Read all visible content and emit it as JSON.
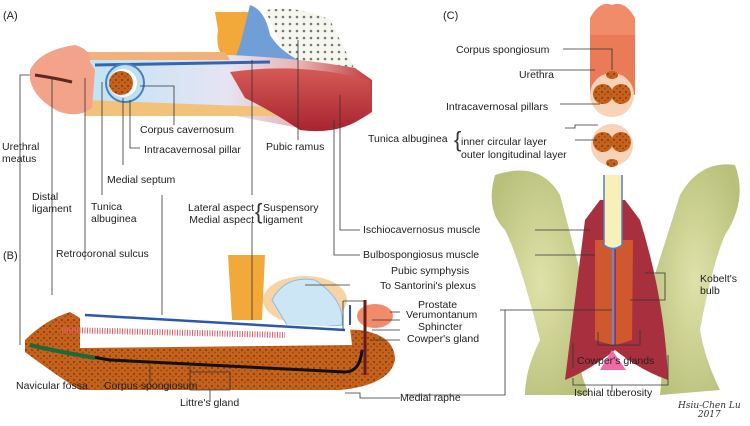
{
  "panels": {
    "a": "(A)",
    "b": "(B)",
    "c": "(C)"
  },
  "labels_a": {
    "urethral_meatus": "Urethral\nmeatus",
    "distal_ligament": "Distal\nligament",
    "tunica_albuginea": "Tunica\nalbuginea",
    "medial_septum": "Medial septum",
    "corpus_cavernosum": "Corpus cavernosum",
    "intracavernosal_pillar": "Intracavernosal pillar",
    "pubic_ramus": "Pubic ramus",
    "lateral_aspect": "Lateral aspect",
    "medial_aspect": "Medial aspect",
    "suspensory_ligament": "Suspensory\nligament"
  },
  "labels_b": {
    "retrocoronal_sulcus": "Retrocoronal sulcus",
    "ischiocavernosus_muscle": "Ischiocavernosus muscle",
    "bulbospongiosus_muscle": "Bulbospongiosus muscle",
    "pubic_symphysis": "Pubic symphysis",
    "to_santorini": "To Santorini's plexus",
    "prostate": "Prostate",
    "verumontanum": "Verumontanum",
    "sphincter": "Sphincter",
    "cowpers_gland": "Cowper's gland",
    "navicular_fossa": "Navicular fossa",
    "corpus_spongiosum": "Corpus spongiosum",
    "littres_gland": "Littre's gland",
    "medial_raphe": "Medial raphe"
  },
  "labels_c": {
    "corpus_spongiosum": "Corpus spongiosum",
    "urethra": "Urethra",
    "intracavernosal_pillars": "Intracavernosal pillars",
    "tunica_albuginea": "Tunica albuginea",
    "inner_circular_layer": "inner circular layer",
    "outer_longitudinal_layer": "outer longitudinal layer",
    "kobelts_bulb": "Kobelt's\nbulb",
    "cowpers_glands": "Cowper's glands",
    "ischial_tuberosity": "Ischial tuberosity"
  },
  "signature": "Hsiu-Chen Lu\n2017",
  "colors": {
    "skin": "#f0a07c",
    "muscle": "#b8323a",
    "tunica_blue": "#4f7fc4",
    "bone": "#c8cf8a",
    "spongy": "#c0581a",
    "leader_line": "#333333"
  }
}
